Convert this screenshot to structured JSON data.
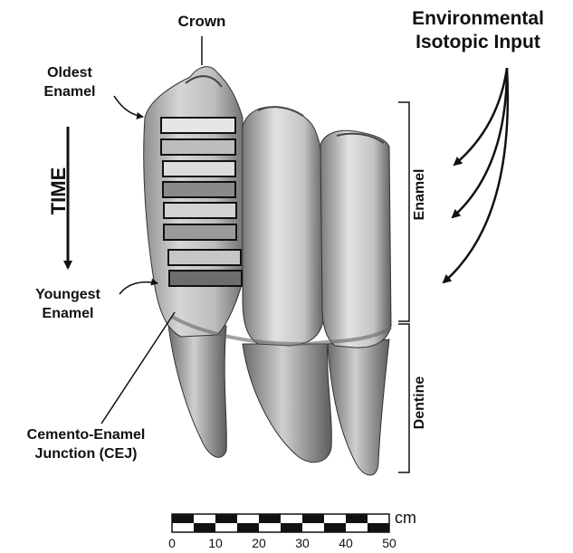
{
  "labels": {
    "crown": "Crown",
    "oldest_enamel": "Oldest\nEnamel",
    "youngest_enamel": "Youngest\nEnamel",
    "time": "TIME",
    "cej": "Cemento-Enamel\nJunction (CEJ)",
    "enamel": "Enamel",
    "dentine": "Dentine",
    "environmental_input": "Environmental\nIsotopic Input"
  },
  "scale_bar": {
    "unit": "cm",
    "ticks": [
      "0",
      "10",
      "20",
      "30",
      "40",
      "50"
    ]
  },
  "colors": {
    "ink": "#111111",
    "tooth_light": "#d9d9d9",
    "tooth_mid": "#a8a8a8",
    "tooth_dark": "#555555"
  }
}
